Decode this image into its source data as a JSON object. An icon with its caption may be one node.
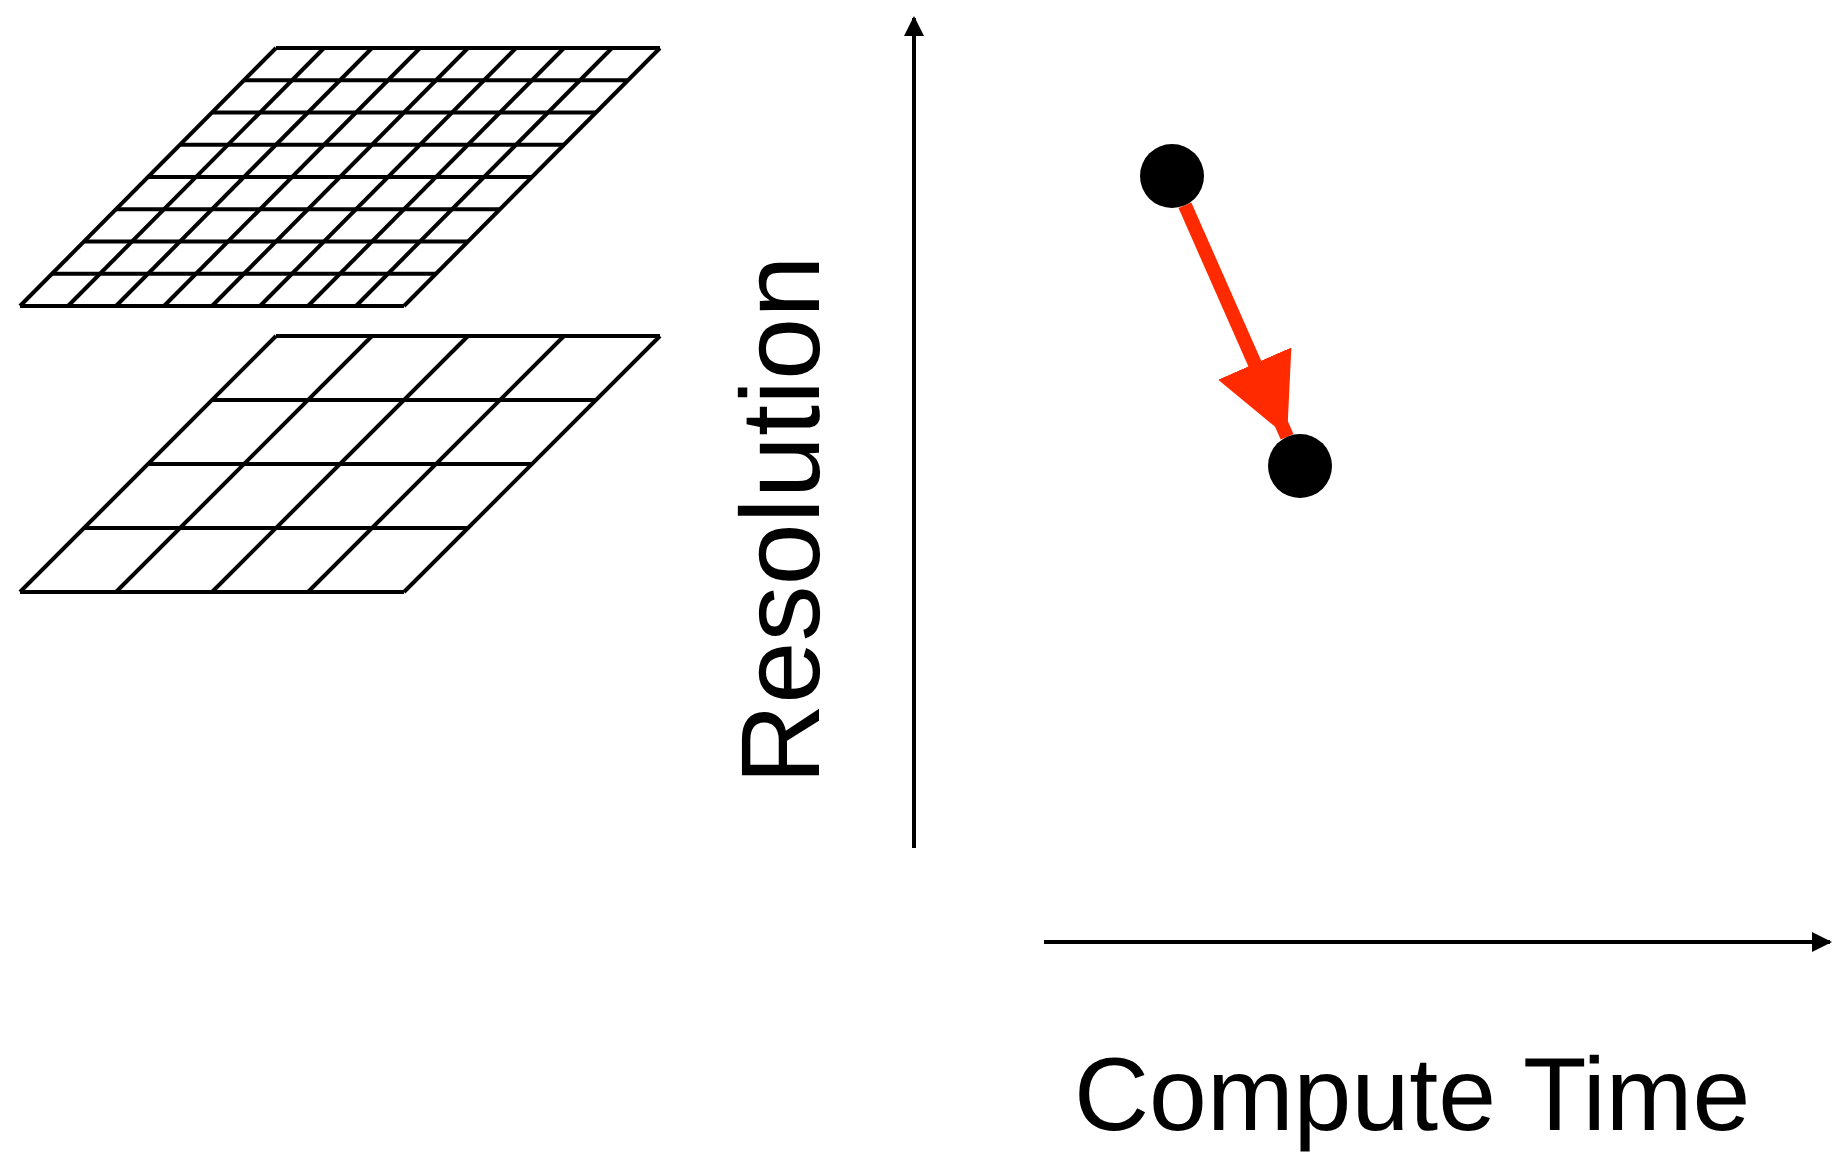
{
  "diagram": {
    "nodes": [
      {
        "text": [],
        "shape": "circle"
      },
      {
        "text": [],
        "shape": "circle"
      }
    ],
    "edges": [
      {
        "from": 0,
        "to": 1,
        "arrow": "to",
        "color": "#ff2a00"
      }
    ],
    "labels": [
      "Resolution",
      "Compute Time"
    ]
  }
}
